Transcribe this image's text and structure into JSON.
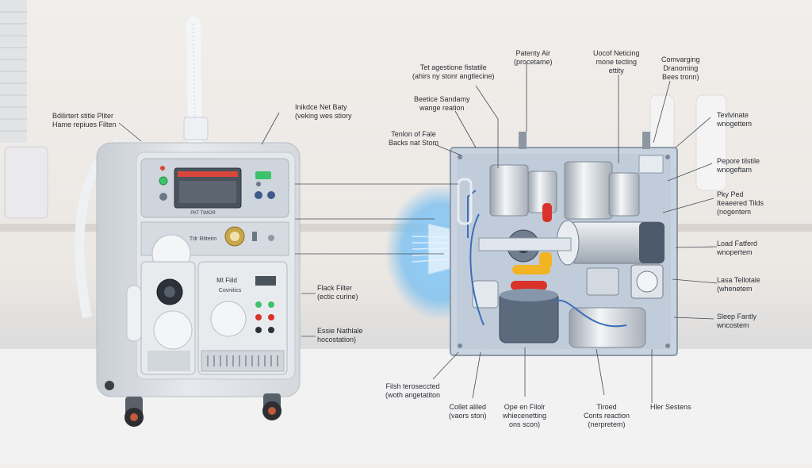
{
  "machine": {
    "panel_text": "PAT TIMOR",
    "knob_label": "Tdr Ritteim",
    "sub_panel_title": "Mt Fiild",
    "sub_panel_subtitle": "Covnitics"
  },
  "callouts": {
    "left_top": [
      "Bdilirtert stitle Pliter",
      "Hame repiues Filten"
    ],
    "inlet": [
      "Inikdce Net Baty",
      "(veking wes stiory"
    ],
    "ppe": [
      "Tet agestione fistatile",
      "(ahirs ny stonr angtlecine)"
    ],
    "air": [
      "Patenty Air",
      "(procetame)"
    ],
    "mode": [
      "Uocof Neticing",
      "mone tecting",
      "ettity"
    ],
    "converging": [
      "Comvarging",
      "Dranoming",
      "Bees tronn)"
    ],
    "sandamy": [
      "Beetice Sandamy",
      "wange reation"
    ],
    "flow": [
      "Tenlon of Fale",
      "Backs nat Stom"
    ],
    "r1": [
      "Tevlvinate",
      "wnogettem"
    ],
    "r2": [
      "Pepore tilstile",
      "wnogeftam"
    ],
    "r3": [
      "Pky Ped",
      "Iteaeered Tilds",
      "(nogentem"
    ],
    "r4": [
      "Load Fatferd",
      "wnopertem"
    ],
    "r5": [
      "Lasa Tellotale",
      "(whenetem"
    ],
    "r6": [
      "Sleep Fantly",
      "wncostem"
    ],
    "flack": [
      "Flack Filter",
      "(ectic curine)"
    ],
    "esse": [
      "Essie Nathlale",
      "hocostation)"
    ],
    "b1": [
      "Filsh teroseccted",
      "(woth angetatiton"
    ],
    "b2": [
      "Collet aliled",
      "(vaors ston)"
    ],
    "b3": [
      "Ope en Filolr",
      "whiecenetting",
      "ons scon)"
    ],
    "b4": [
      "Tiroed",
      "Conts reaction",
      "(nerpretem)"
    ],
    "b5": [
      "Hler Sestens"
    ]
  },
  "colors": {
    "chassis": "#dfe3e8",
    "panel": "#cfd5dc",
    "display": "#4a525c",
    "display_red": "#d9463b",
    "status_green": "#3cc36a",
    "cutaway_bg": "#c9d3e0",
    "flow_blue": "#7fc4f2",
    "accent_red": "#d8322b",
    "accent_yellow": "#f2b423"
  }
}
